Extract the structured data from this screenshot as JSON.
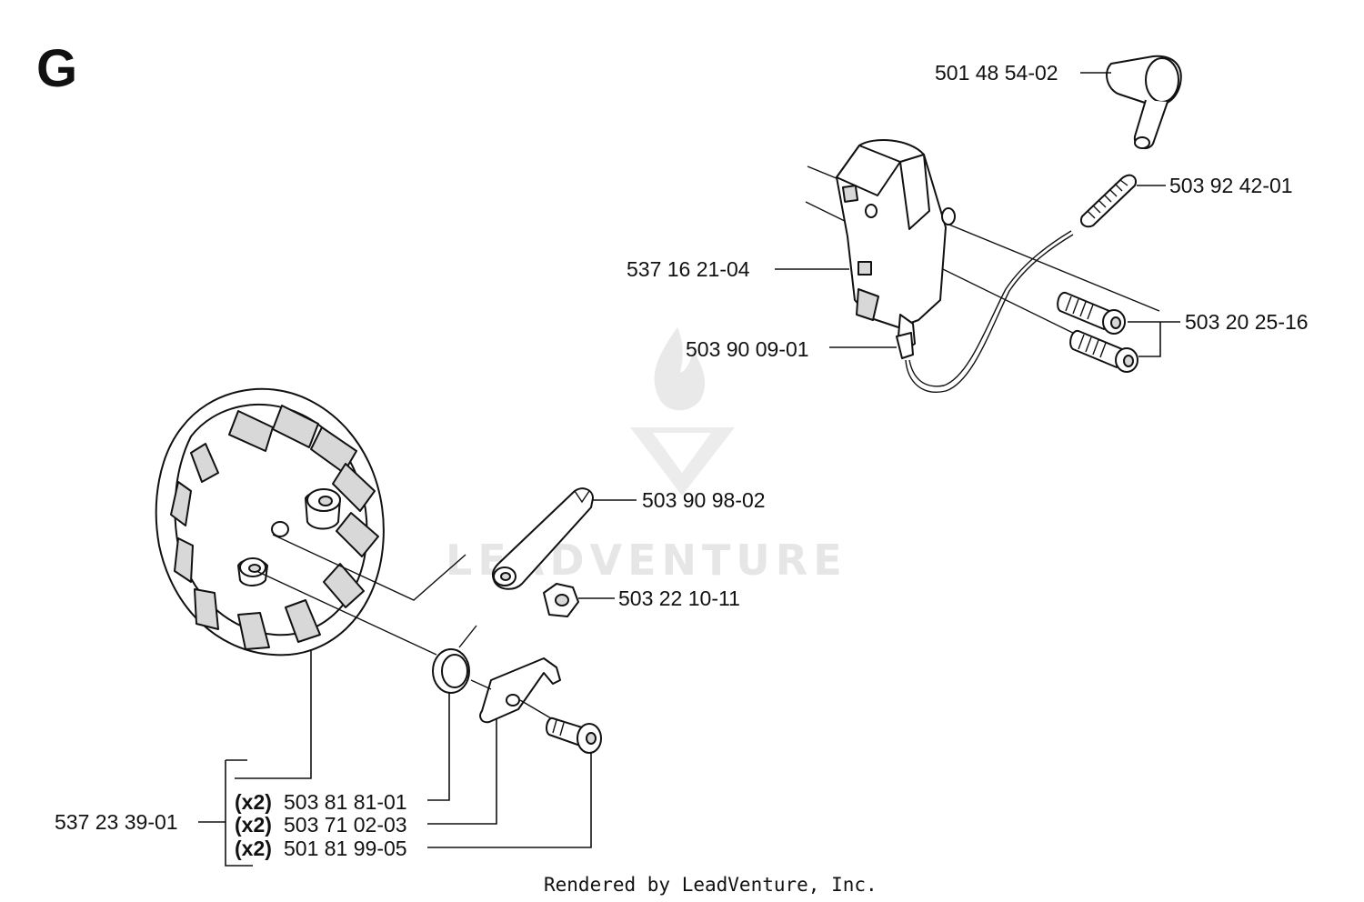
{
  "section_letter": "G",
  "watermark": "LEADVENTURE",
  "credit": "Rendered by LeadVenture, Inc.",
  "parts": {
    "cap": "501 48 54-02",
    "spring": "503 92 42-01",
    "ignition_module": "537 16 21-04",
    "screws": "503 20 25-16",
    "terminal": "503 90 09-01",
    "stop_plate": "503 90 98-02",
    "nut": "503 22 10-11",
    "flywheel": "537 23 39-01",
    "pawl_spring": "503 81 81-01",
    "pawl": "503 71 02-03",
    "pawl_screw": "501 81 99-05"
  },
  "qty": {
    "pawl_spring": "(x2)",
    "pawl": "(x2)",
    "pawl_screw": "(x2)"
  }
}
